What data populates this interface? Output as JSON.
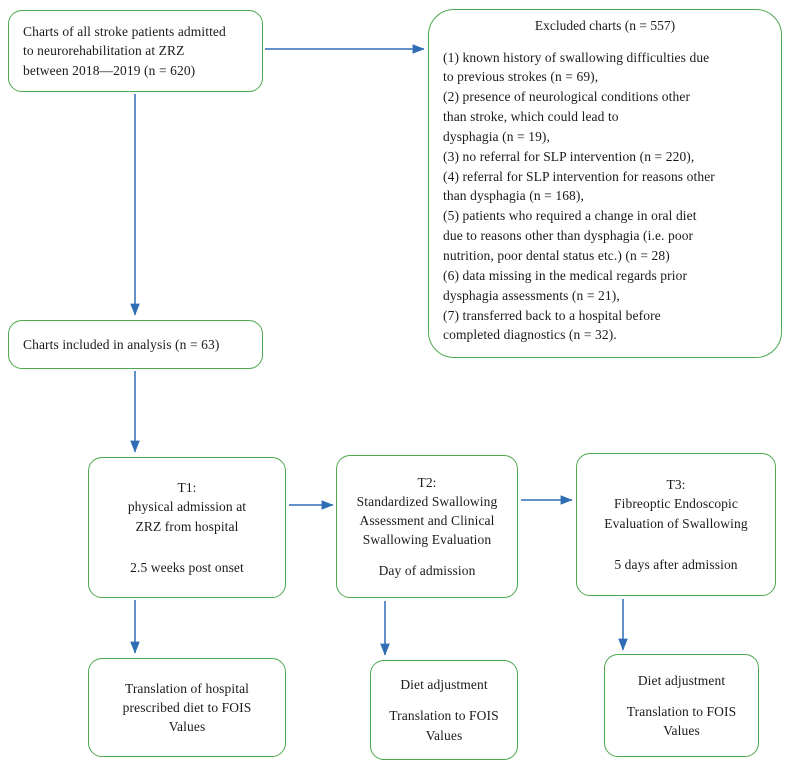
{
  "diagram": {
    "title": "Study selection and assessment timeline flowchart",
    "box_border_color": "#4ea84e",
    "arrow_color": "#2f6eb5",
    "background_color": "#ffffff"
  },
  "nodes": {
    "source": {
      "lines": [
        "Charts of all stroke patients admitted",
        "to neurorehabilitation at ZRZ",
        "between 2018—2019 (n = 620)"
      ]
    },
    "excluded": {
      "heading": "Excluded charts (n = 557)",
      "items": [
        "(1) known history of swallowing difficulties due",
        "to previous strokes (n = 69),",
        "(2) presence of neurological conditions other",
        "than stroke, which could lead to",
        "dysphagia (n = 19),",
        "(3) no referral for SLP intervention (n = 220),",
        "(4) referral for SLP intervention for reasons other",
        "than dysphagia (n = 168),",
        "(5) patients who required a change in oral diet",
        "due to reasons other than dysphagia (i.e.  poor",
        "nutrition, poor dental status etc.) (n = 28)",
        "(6) data missing in the medical regards prior",
        "dysphagia  assessments (n = 21),",
        "(7) transferred back to a hospital before",
        "completed diagnostics (n = 32)."
      ]
    },
    "included": {
      "lines": [
        "Charts included in analysis (n = 63)"
      ]
    },
    "t1": {
      "label": "T1:",
      "description": [
        "physical admission at",
        "ZRZ from hospital"
      ],
      "timing": "2.5 weeks post onset"
    },
    "t2": {
      "label": "T2:",
      "description": [
        "Standardized Swallowing",
        "Assessment and Clinical",
        "Swallowing Evaluation"
      ],
      "timing": "Day of admission"
    },
    "t3": {
      "label": "T3:",
      "description": [
        "Fibreoptic Endoscopic",
        "Evaluation of Swallowing"
      ],
      "timing": "5 days after admission"
    },
    "out1": {
      "lines": [
        "Translation of hospital",
        "prescribed diet to FOIS",
        "Values"
      ]
    },
    "out2": {
      "heading": "Diet adjustment",
      "lines": [
        "Translation to FOIS",
        "Values"
      ]
    },
    "out3": {
      "heading": "Diet adjustment",
      "lines": [
        "Translation to FOIS",
        "Values"
      ]
    }
  },
  "arrows": [
    {
      "name": "source-to-excluded",
      "from": "source",
      "to": "excluded",
      "direction": "right"
    },
    {
      "name": "source-to-included",
      "from": "source",
      "to": "included",
      "direction": "down"
    },
    {
      "name": "included-to-t1",
      "from": "included",
      "to": "t1",
      "direction": "down"
    },
    {
      "name": "t1-to-t2",
      "from": "t1",
      "to": "t2",
      "direction": "right"
    },
    {
      "name": "t2-to-t3",
      "from": "t2",
      "to": "t3",
      "direction": "right"
    },
    {
      "name": "t1-to-out1",
      "from": "t1",
      "to": "out1",
      "direction": "down"
    },
    {
      "name": "t2-to-out2",
      "from": "t2",
      "to": "out2",
      "direction": "down"
    },
    {
      "name": "t3-to-out3",
      "from": "t3",
      "to": "out3",
      "direction": "down"
    }
  ]
}
